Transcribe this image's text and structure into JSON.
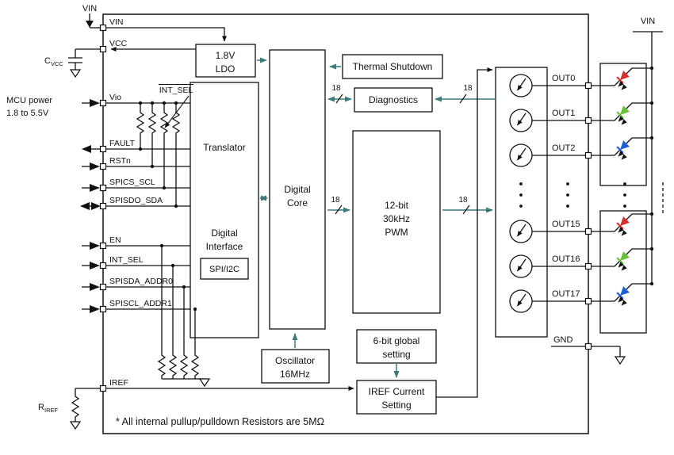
{
  "colors": {
    "wire": "#111111",
    "connector_arrow": "#3d7a7a",
    "led_red": "#d32f2f",
    "led_green": "#6abf3a",
    "led_blue": "#1e5fd6"
  },
  "external": {
    "vin_top_left": "VIN",
    "cvcc_main": "C",
    "cvcc_sub": "VCC",
    "mcu_power_line1": "MCU power",
    "mcu_power_line2": "1.8 to 5.5V",
    "riref_main": "R",
    "riref_sub": "IREF",
    "vin_top_right": "VIN"
  },
  "pins": {
    "left": [
      "VIN",
      "VCC",
      "Vio",
      "FAULT",
      "RSTn",
      "SPICS_SCL",
      "SPISDO_SDA",
      "EN",
      "INT_SEL",
      "SPISDA_ADDR0",
      "SPISCL_ADDR1",
      "IREF"
    ],
    "right": [
      "OUT0",
      "OUT1",
      "OUT2",
      "OUT15",
      "OUT16",
      "OUT17"
    ],
    "gnd": "GND"
  },
  "blocks": {
    "ldo": {
      "line1": "1.8V",
      "line2": "LDO"
    },
    "thermal": "Thermal Shutdown",
    "diagnostics": "Diagnostics",
    "translator": "Translator",
    "int_sel_overline": "INT_SEL",
    "digital_interface": {
      "line1": "Digital",
      "line2": "Interface",
      "mode": "SPI/I2C"
    },
    "digital_core": {
      "line1": "Digital",
      "line2": "Core"
    },
    "pwm": {
      "line1": "12-bit",
      "line2": "30kHz",
      "line3": "PWM"
    },
    "oscillator": {
      "line1": "Oscillator",
      "line2": "16MHz"
    },
    "global_setting": {
      "line1": "6-bit global",
      "line2": "setting"
    },
    "iref_setting": {
      "line1": "IREF Current",
      "line2": "Setting"
    }
  },
  "bus_width": "18",
  "note": "* All internal pullup/pulldown Resistors are 5MΩ"
}
